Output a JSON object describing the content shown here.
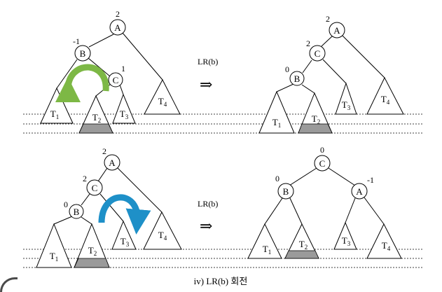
{
  "operation_label": "LR(b)",
  "arrow_symbol": "⇒",
  "caption": "iv) LR(b) 회전",
  "colors": {
    "arrow_green": "#7db845",
    "arrow_blue": "#1e90c8",
    "shade": "#9a9a9a"
  },
  "panels": {
    "top_before": {
      "nodes": [
        {
          "label": "A",
          "bf": "2"
        },
        {
          "label": "B",
          "bf": "-1"
        },
        {
          "label": "C",
          "bf": "1"
        }
      ],
      "subtrees": [
        {
          "label": "T",
          "sub": "1"
        },
        {
          "label": "T",
          "sub": "2"
        },
        {
          "label": "T",
          "sub": "3"
        },
        {
          "label": "T",
          "sub": "4"
        }
      ]
    },
    "top_after": {
      "nodes": [
        {
          "label": "A",
          "bf": "2"
        },
        {
          "label": "C",
          "bf": "2"
        },
        {
          "label": "B",
          "bf": "0"
        }
      ],
      "subtrees": [
        {
          "label": "T",
          "sub": "1"
        },
        {
          "label": "T",
          "sub": "2"
        },
        {
          "label": "T",
          "sub": "3"
        },
        {
          "label": "T",
          "sub": "4"
        }
      ]
    },
    "bottom_before": {
      "nodes": [
        {
          "label": "A",
          "bf": "2"
        },
        {
          "label": "C",
          "bf": "2"
        },
        {
          "label": "B",
          "bf": "0"
        }
      ],
      "subtrees": [
        {
          "label": "T",
          "sub": "1"
        },
        {
          "label": "T",
          "sub": "2"
        },
        {
          "label": "T",
          "sub": "3"
        },
        {
          "label": "T",
          "sub": "4"
        }
      ]
    },
    "bottom_after": {
      "nodes": [
        {
          "label": "C",
          "bf": "0"
        },
        {
          "label": "B",
          "bf": "0"
        },
        {
          "label": "A",
          "bf": "-1"
        }
      ],
      "subtrees": [
        {
          "label": "T",
          "sub": "1"
        },
        {
          "label": "T",
          "sub": "2"
        },
        {
          "label": "T",
          "sub": "3"
        },
        {
          "label": "T",
          "sub": "4"
        }
      ]
    }
  }
}
